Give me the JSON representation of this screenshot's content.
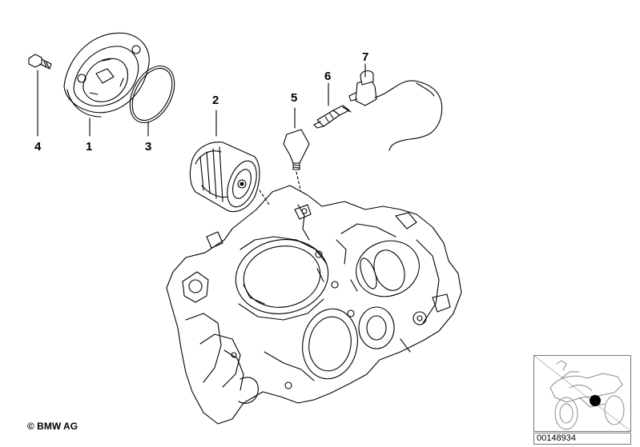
{
  "callouts": [
    {
      "id": "4",
      "label": "4"
    },
    {
      "id": "1",
      "label": "1"
    },
    {
      "id": "3",
      "label": "3"
    },
    {
      "id": "2",
      "label": "2"
    },
    {
      "id": "5",
      "label": "5"
    },
    {
      "id": "6",
      "label": "6"
    },
    {
      "id": "7",
      "label": "7"
    }
  ],
  "copyright": "© BMW AG",
  "diagram_id": "00148934",
  "colors": {
    "line": "#000000",
    "background": "#ffffff",
    "marker": "#000000"
  },
  "icons": [
    "motorcycle-icon",
    "location-dot-icon"
  ]
}
